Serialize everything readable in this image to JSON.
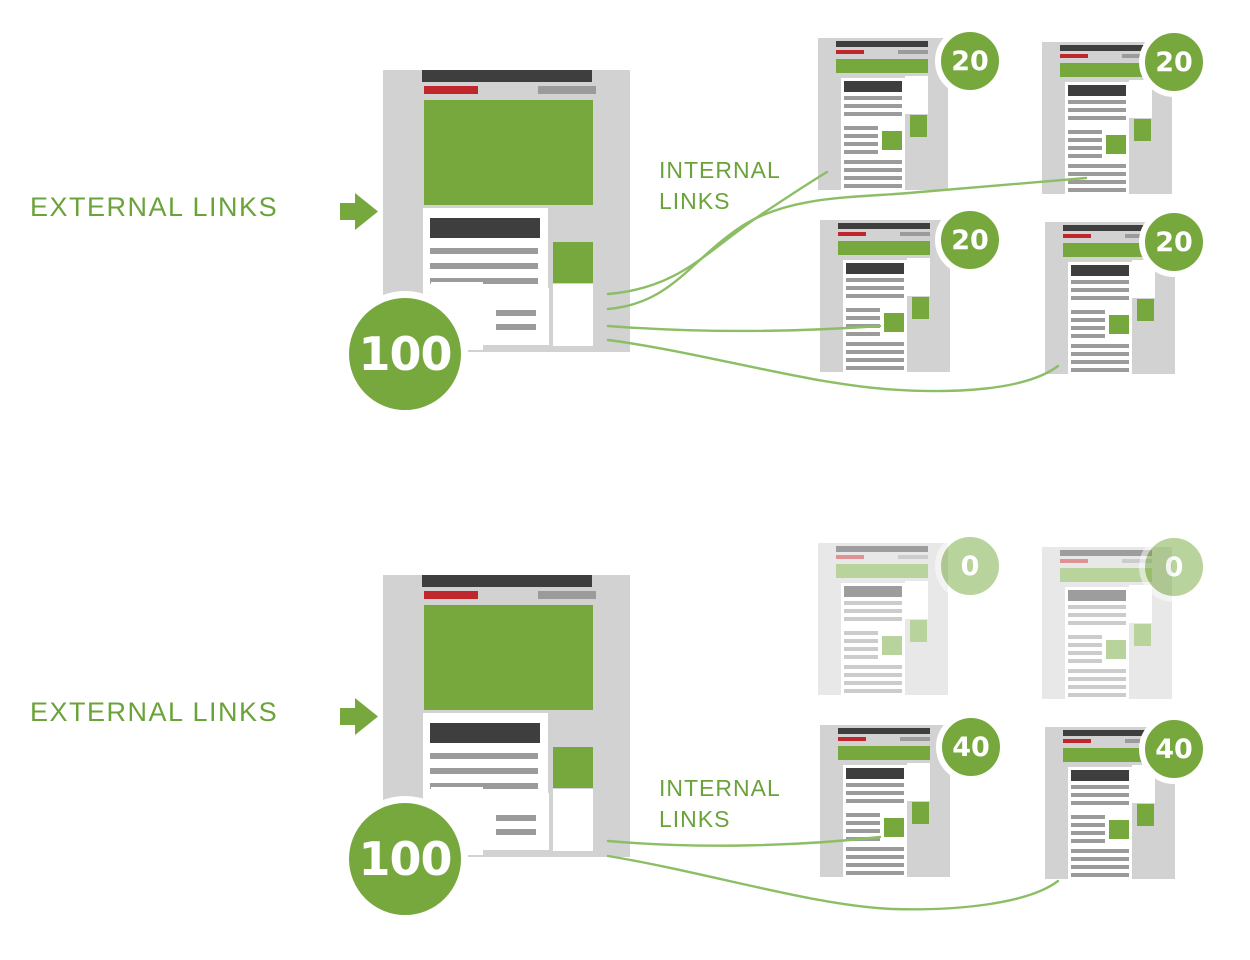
{
  "colors": {
    "green": "#76a83e",
    "green_text": "#6aa33a",
    "line_green": "#8cbe65",
    "red": "#c0272c",
    "dark_gray": "#3e3e3e",
    "mid_gray": "#9b9b9b",
    "card_gray": "#d2d2d2",
    "badge_text": "#ffffff"
  },
  "top_diagram": {
    "external_links_label": "EXTERNAL LINKS",
    "internal_links_lines": [
      "INTERNAL",
      "LINKS"
    ],
    "source_page_score": "100",
    "linked_pages": [
      {
        "score": "20",
        "faded": false
      },
      {
        "score": "20",
        "faded": false
      },
      {
        "score": "20",
        "faded": false
      },
      {
        "score": "20",
        "faded": false
      }
    ]
  },
  "bottom_diagram": {
    "external_links_label": "EXTERNAL LINKS",
    "internal_links_lines": [
      "INTERNAL",
      "LINKS"
    ],
    "source_page_score": "100",
    "linked_pages": [
      {
        "score": "0",
        "faded": true
      },
      {
        "score": "0",
        "faded": true
      },
      {
        "score": "40",
        "faded": false
      },
      {
        "score": "40",
        "faded": false
      }
    ]
  }
}
